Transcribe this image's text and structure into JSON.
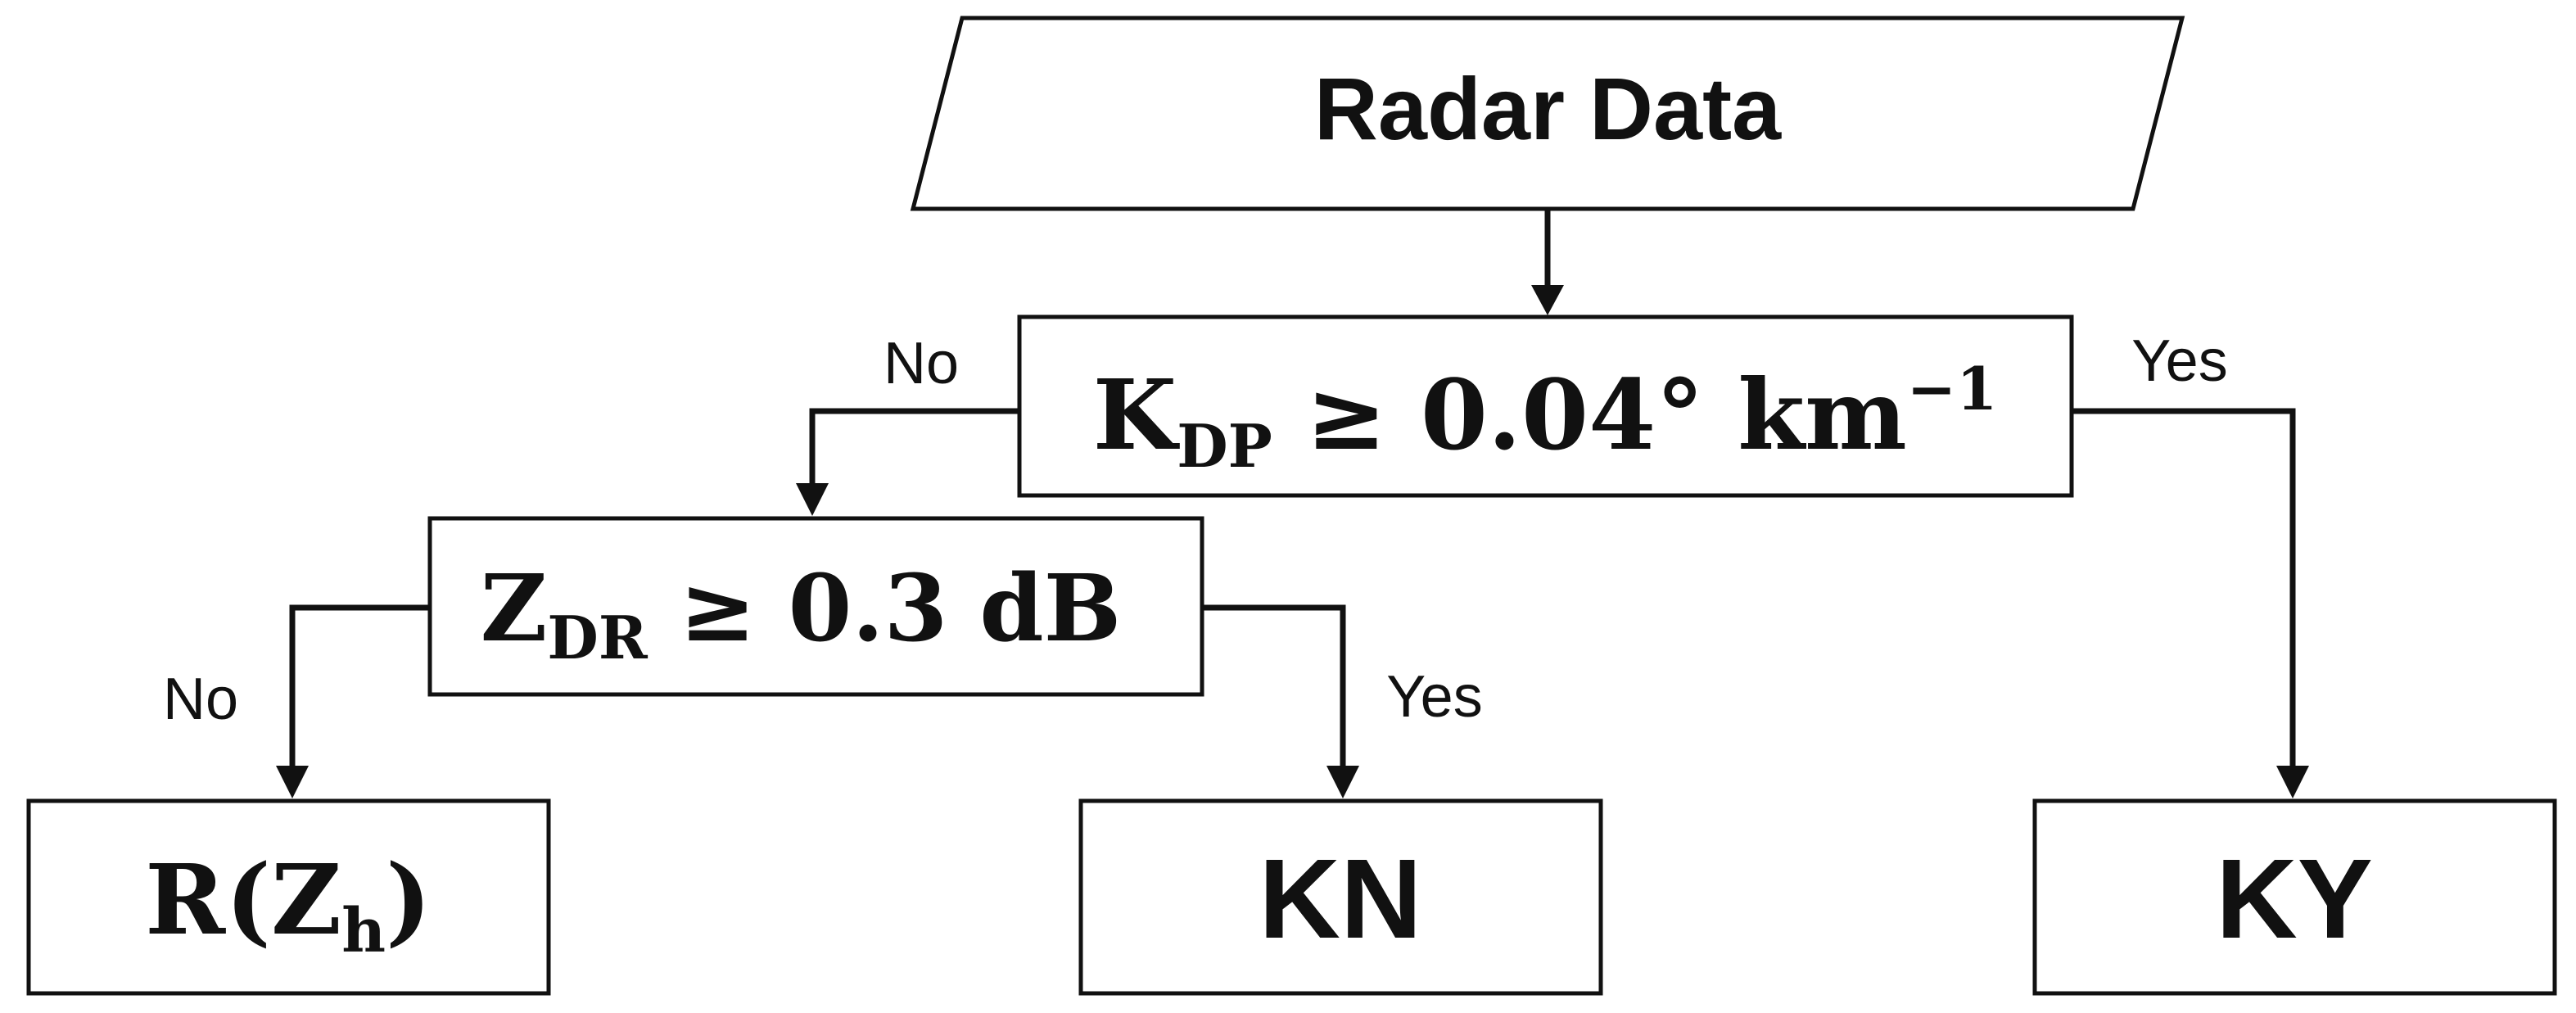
{
  "nodes": {
    "input": {
      "label": "Radar Data"
    },
    "kdp_test": {
      "main": "K",
      "sub": "DP",
      "rel": " ≥ 0.04° km",
      "sup": "−1"
    },
    "zdr_test": {
      "main": "Z",
      "sub": "DR",
      "rel": " ≥ 0.3 dB"
    },
    "r_zh": {
      "pre": "R(Z",
      "sub": "h",
      "post": ")"
    },
    "kn": {
      "label": "KN"
    },
    "ky": {
      "label": "KY"
    }
  },
  "edges": {
    "kdp_no": "No",
    "kdp_yes": "Yes",
    "zdr_no": "No",
    "zdr_yes": "Yes"
  },
  "colors": {
    "stroke": "#111111",
    "fill": "#ffffff",
    "text": "#111111"
  }
}
